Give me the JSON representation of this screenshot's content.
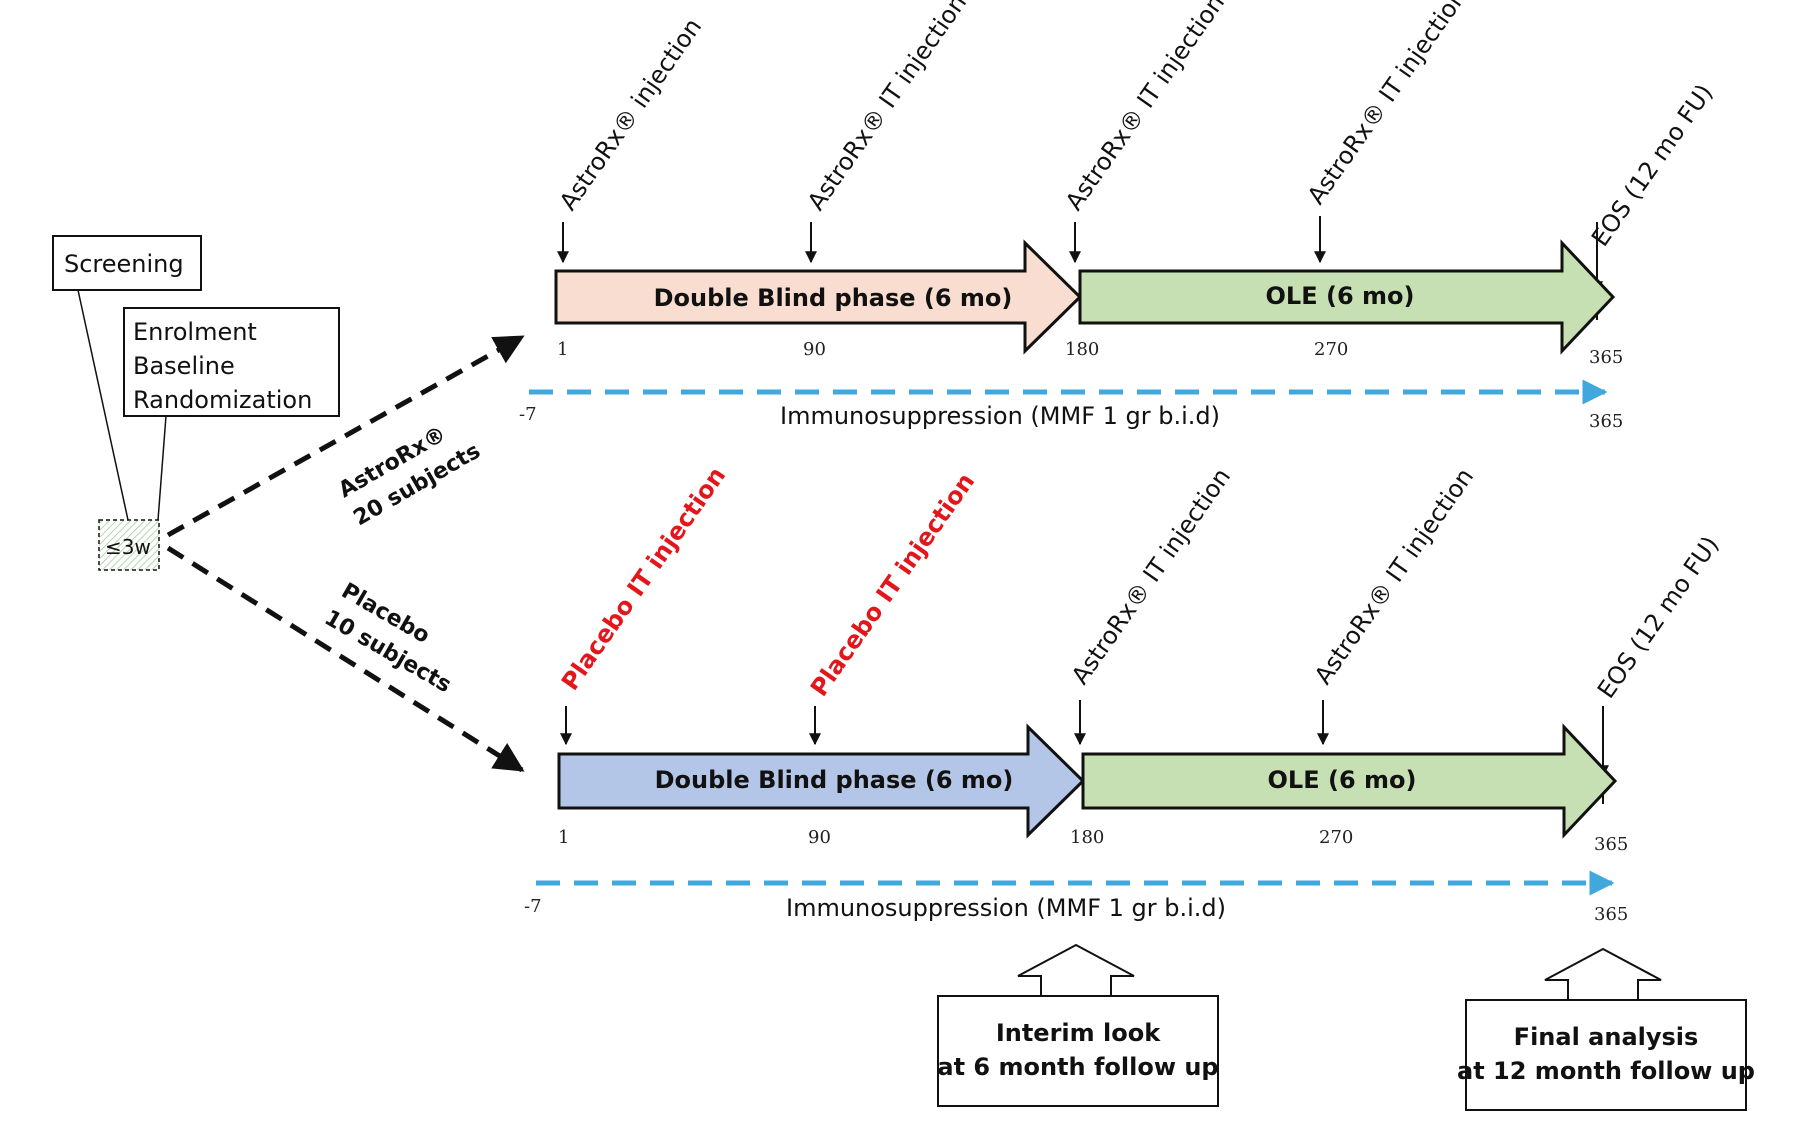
{
  "screening": {
    "label": "Screening"
  },
  "enrolment": {
    "lines": [
      "Enrolment",
      "Baseline",
      "Randomization"
    ]
  },
  "window_label": "≤3w",
  "arms": {
    "active": {
      "line1": "AstroRx®",
      "line2": "20 subjects"
    },
    "placebo": {
      "line1": "Placebo",
      "line2": "10 subjects"
    }
  },
  "top": {
    "injections": [
      "AstroRx® injection",
      "AstroRx® IT injection",
      "AstroRx® IT injection",
      "AstroRx® IT injection"
    ],
    "eos": "EOS (12 mo FU)",
    "phase1": "Double Blind phase (6 mo)",
    "phase2": "OLE (6 mo)",
    "ticks": [
      "1",
      "90",
      "180",
      "270",
      "365"
    ],
    "immuno": {
      "start": "-7",
      "label": "Immunosuppression (MMF 1 gr b.i.d)",
      "end": "365"
    }
  },
  "bottom": {
    "injections": [
      "Placebo IT injection",
      "Placebo IT injection",
      "AstroRx® IT injection",
      "AstroRx® IT injection"
    ],
    "eos": "EOS (12 mo FU)",
    "phase1": "Double Blind phase (6 mo)",
    "phase2": "OLE (6 mo)",
    "ticks": [
      "1",
      "90",
      "180",
      "270",
      "365"
    ],
    "immuno": {
      "start": "-7",
      "label": "Immunosuppression (MMF 1 gr b.i.d)",
      "end": "365"
    }
  },
  "interim": {
    "line1": "Interim look",
    "line2": "at 6 month follow up"
  },
  "final": {
    "line1": "Final analysis",
    "line2": "at 12 month follow up"
  },
  "colors": {
    "double_blind_active": "#f8ddd0",
    "double_blind_placebo": "#b4c6e7",
    "ole": "#c6e0b4",
    "immuno": "#41a8de",
    "placebo_text": "#e3171b"
  }
}
